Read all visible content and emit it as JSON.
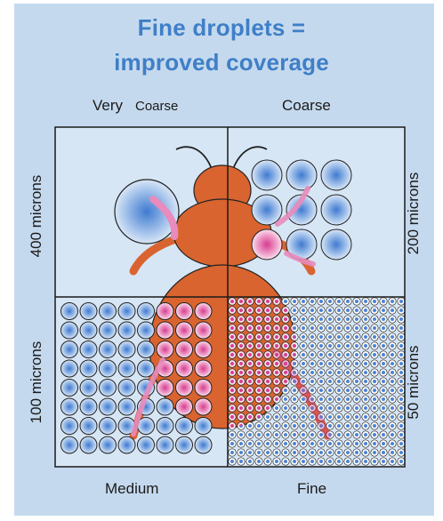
{
  "title": {
    "line1": "Fine droplets =",
    "line2": "improved coverage"
  },
  "quadrants": {
    "top_left": {
      "label_a": "Very",
      "label_b": "Coarse",
      "size": "400 microns"
    },
    "top_right": {
      "label": "Coarse",
      "size": "200 microns"
    },
    "bottom_left": {
      "label": "Medium",
      "size": "100 microns"
    },
    "bottom_right": {
      "label": "Fine",
      "size": "50 microns"
    }
  },
  "colors": {
    "background": "#c5d9ee",
    "title": "#3f7fc7",
    "beetle": "#d9642f",
    "droplet_blue": "#3f7ad0",
    "droplet_pink": "#d63e8f"
  }
}
